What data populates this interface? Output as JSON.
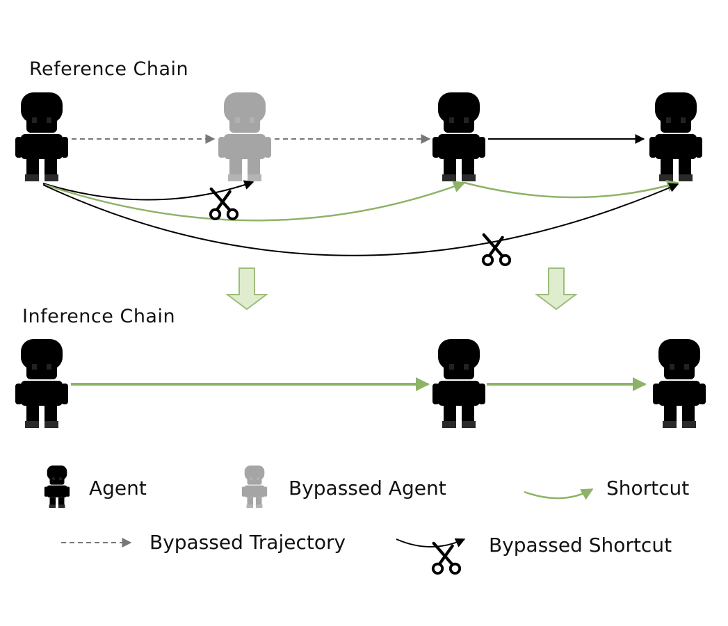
{
  "reference_chain": {
    "title": "Reference Chain"
  },
  "inference_chain": {
    "title": "Inference Chain"
  },
  "legend": {
    "agent": "Agent",
    "bypassed_agent": "Bypassed Agent",
    "shortcut": "Shortcut",
    "bypassed_trajectory": "Bypassed Trajectory",
    "bypassed_shortcut": "Bypassed Shortcut"
  },
  "colors": {
    "shortcut_green": "#8db368",
    "trajectory_gray": "#777777",
    "down_arrow_fill": "#dfeccd",
    "down_arrow_stroke": "#9dbd7a"
  },
  "icons": [
    "agent-blue-hair-icon",
    "agent-bypassed-icon",
    "agent-brown-hair-icon",
    "agent-blonde-hair-icon",
    "scissors-icon"
  ]
}
